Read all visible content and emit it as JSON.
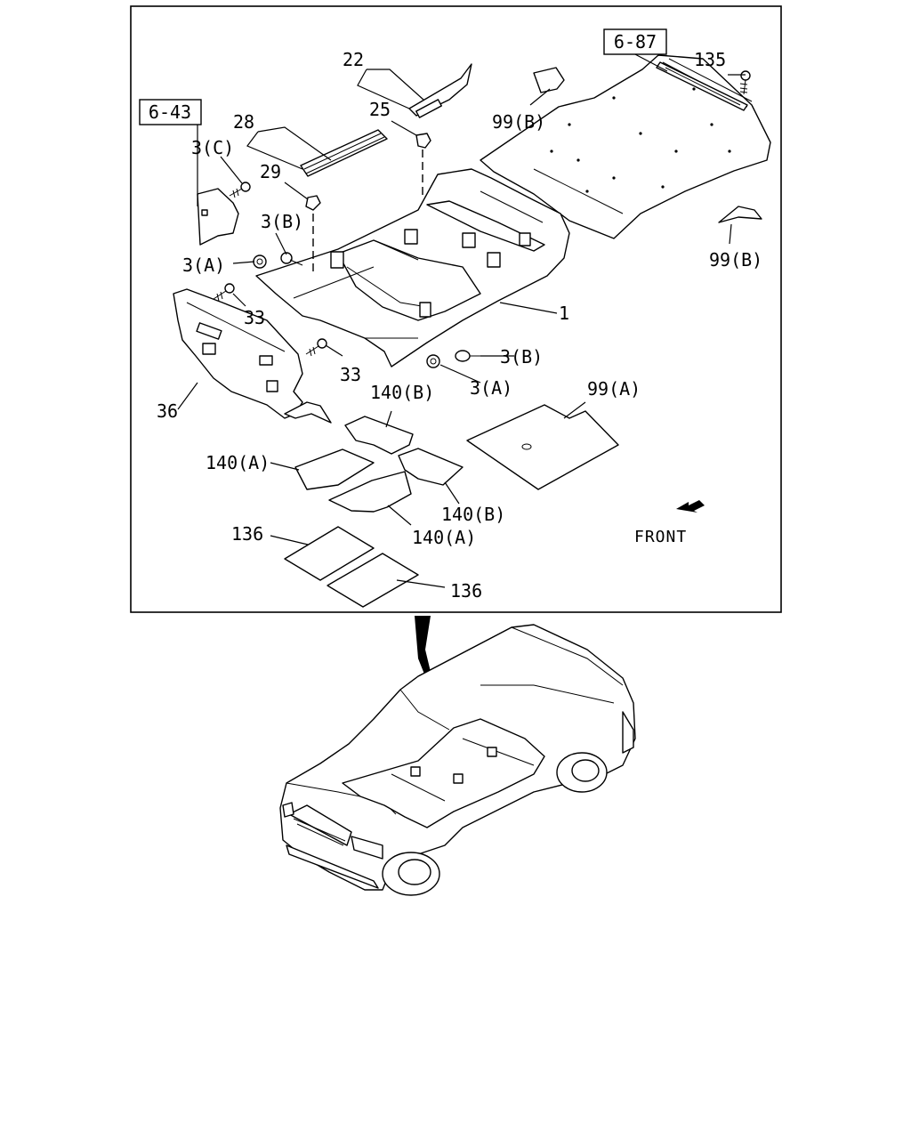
{
  "diagram": {
    "callouts": {
      "p1": "1",
      "p22": "22",
      "p25": "25",
      "p28": "28",
      "p29": "29",
      "p3c": "3(C)",
      "p3b_top": "3(B)",
      "p3a_top": "3(A)",
      "p33_top": "33",
      "p33_bot": "33",
      "p36": "36",
      "p3b_bot": "3(B)",
      "p3a_bot": "3(A)",
      "p99b_top": "99(B)",
      "p99b_right": "99(B)",
      "p99a": "99(A)",
      "p135": "135",
      "p140b_top": "140(B)",
      "p140a_left": "140(A)",
      "p140b_right": "140(B)",
      "p140a_bot": "140(A)",
      "p136_top": "136",
      "p136_bot": "136"
    },
    "ref_boxes": {
      "r643": "6-43",
      "r687": "6-87"
    },
    "front_label": "FRONT"
  }
}
